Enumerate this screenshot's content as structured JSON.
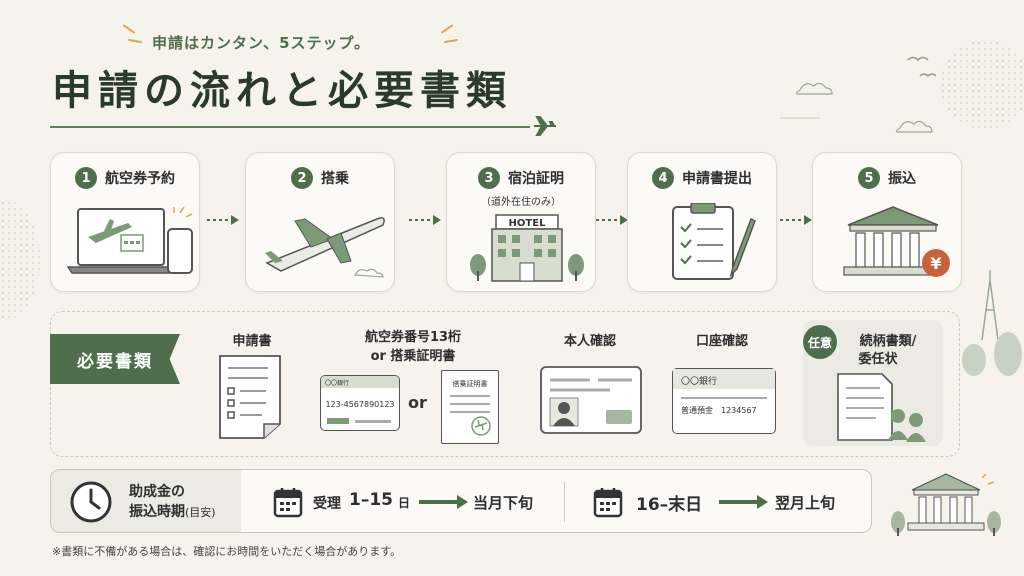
{
  "header": {
    "subtitle": "申請はカンタン、5ステップ。",
    "title": "申請の流れと必要書類"
  },
  "steps": [
    {
      "num": "1",
      "label": "航空券予約",
      "icon": "laptop-phone-plane-icon"
    },
    {
      "num": "2",
      "label": "搭乗",
      "icon": "airplane-icon"
    },
    {
      "num": "3",
      "label": "宿泊証明",
      "note": "（道外在住のみ）",
      "icon": "hotel-icon",
      "hotel_sign": "HOTEL"
    },
    {
      "num": "4",
      "label": "申請書提出",
      "icon": "clipboard-checklist-icon"
    },
    {
      "num": "5",
      "label": "振込",
      "icon": "bank-yen-icon"
    }
  ],
  "required": {
    "tag": "必要書類",
    "docs": {
      "application": "申請書",
      "ticket_line1": "航空券番号13桁",
      "ticket_line2": "or 搭乗証明書",
      "card_bank": "〇〇銀行",
      "card_number": "123-4567890123",
      "or": "or",
      "boarding_title": "搭乗証明書",
      "identity": "本人確認",
      "account": "口座確認",
      "passbook_bank": "〇〇銀行",
      "passbook_line": "普通預金　1234567",
      "optional_badge": "任意",
      "optional_line1": "続柄書類/",
      "optional_line2": "委任状"
    }
  },
  "timing": {
    "title_line1": "助成金の",
    "title_line2": "振込時期",
    "title_note": "(目安)",
    "period1": "受理",
    "period1_range": "1–15",
    "period1_unit": "日",
    "result1": "当月下旬",
    "period2_range": "16–末日",
    "result2": "翌月上旬"
  },
  "footnote": "※書類に不備がある場合は、確認にお時間をいただく場合があります。",
  "colors": {
    "accent": "#4f6e4c",
    "background": "#f6f3ec",
    "card": "#fbfaf5",
    "yen_badge": "#c8623c"
  }
}
